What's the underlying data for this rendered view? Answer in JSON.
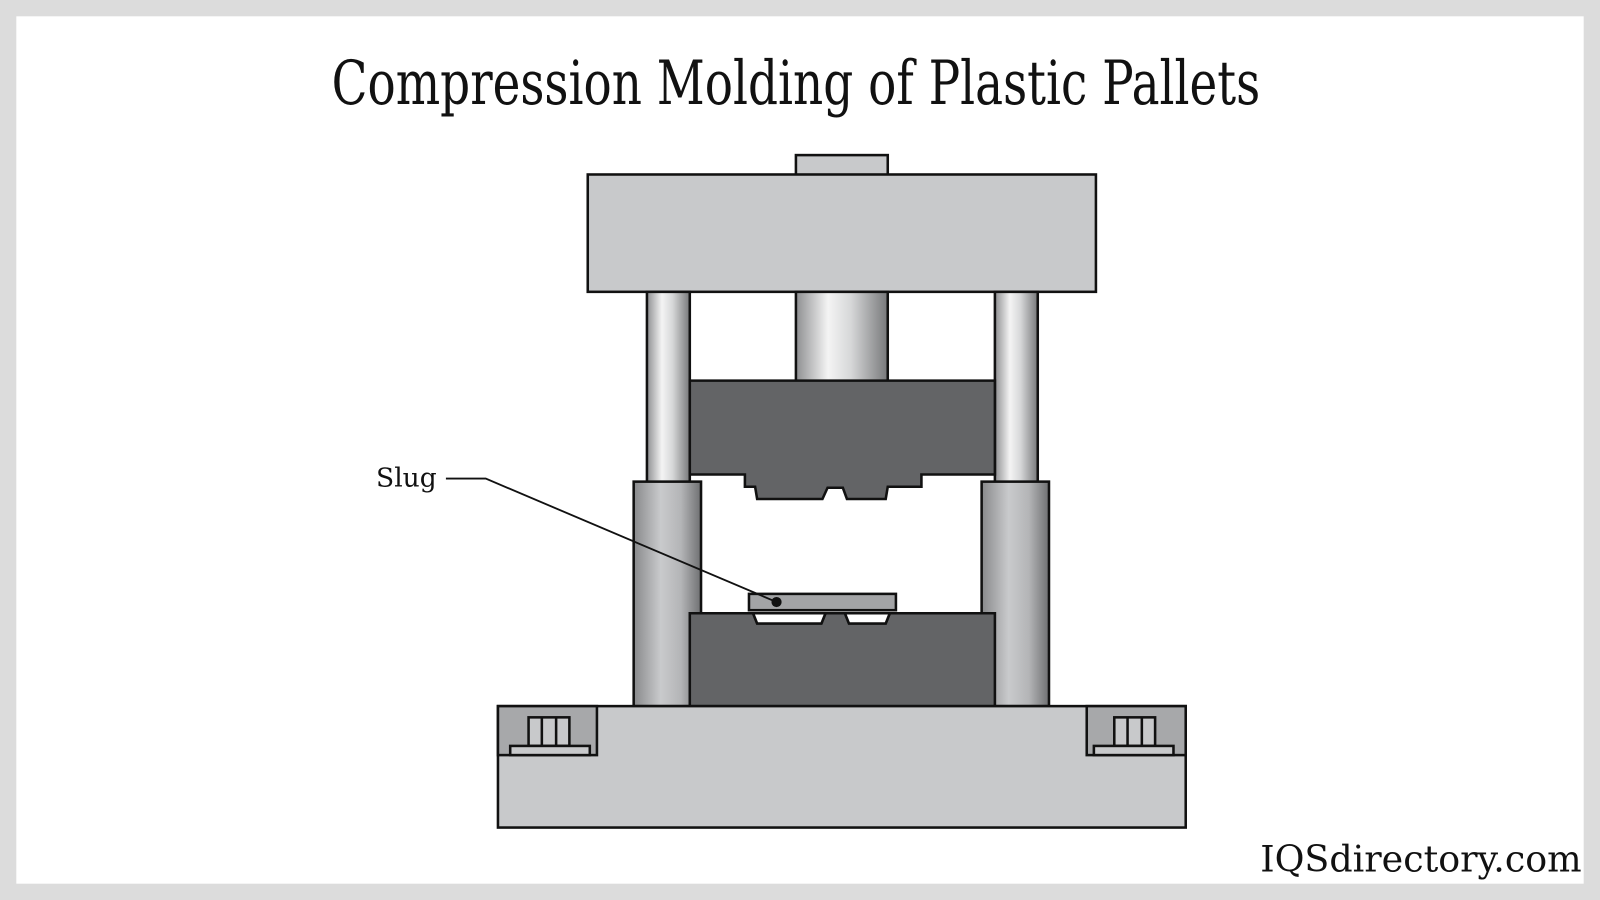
{
  "title": "Compression Molding of Plastic Pallets",
  "labels": {
    "slug": "Slug"
  },
  "logo": "IQSdirectory.com",
  "colors": {
    "frame": "#dcdcdc",
    "plate": "#c8c9cb",
    "mold": "#636466",
    "slug": "#a3a4a6",
    "pocket": "#a7a8aa"
  }
}
